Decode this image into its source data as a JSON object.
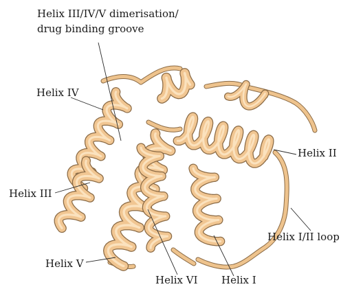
{
  "labels": {
    "groove_line1": "Helix III/IV/V dimerisation/",
    "groove_line2": "drug binding groove",
    "helix_iv": "Helix IV",
    "helix_iii": "Helix III",
    "helix_v": "Helix V",
    "helix_vi": "Helix VI",
    "helix_i": "Helix I",
    "helix_ii": "Helix II",
    "loop_i_ii": "Helix I/II loop"
  },
  "colors": {
    "ribbon": "#f1c692",
    "ribbon_edge": "#8a6a45",
    "ribbon_highlight": "#fde6c6",
    "label_text": "#1a1a1a"
  }
}
